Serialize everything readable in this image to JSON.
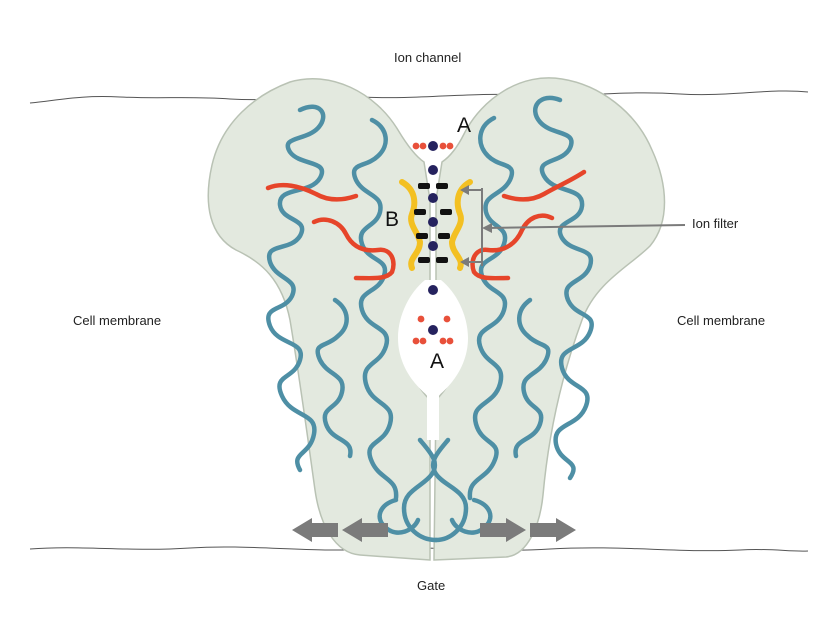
{
  "labels": {
    "title": "Ion channel",
    "membrane_left": "Cell membrane",
    "membrane_right": "Cell membrane",
    "gate": "Gate",
    "ion_filter": "Ion filter",
    "marker_a_top": "A",
    "marker_a_bottom": "A",
    "marker_b": "B"
  },
  "colors": {
    "protein_fill": "#e3e9df",
    "protein_outline": "#b9c2b4",
    "helix": "#4e8fa5",
    "helix_highlight": "#e6452a",
    "filter_yellow": "#f3c022",
    "filter_black": "#111111",
    "ion": "#25225e",
    "water": "#e8503a",
    "arrow": "#7b7b7b",
    "membrane_line": "#555555",
    "pore_bg": "#ffffff"
  },
  "icons": {
    "gate_arrows": "block-arrow-icon",
    "pointer": "pointer-arrow-icon"
  }
}
